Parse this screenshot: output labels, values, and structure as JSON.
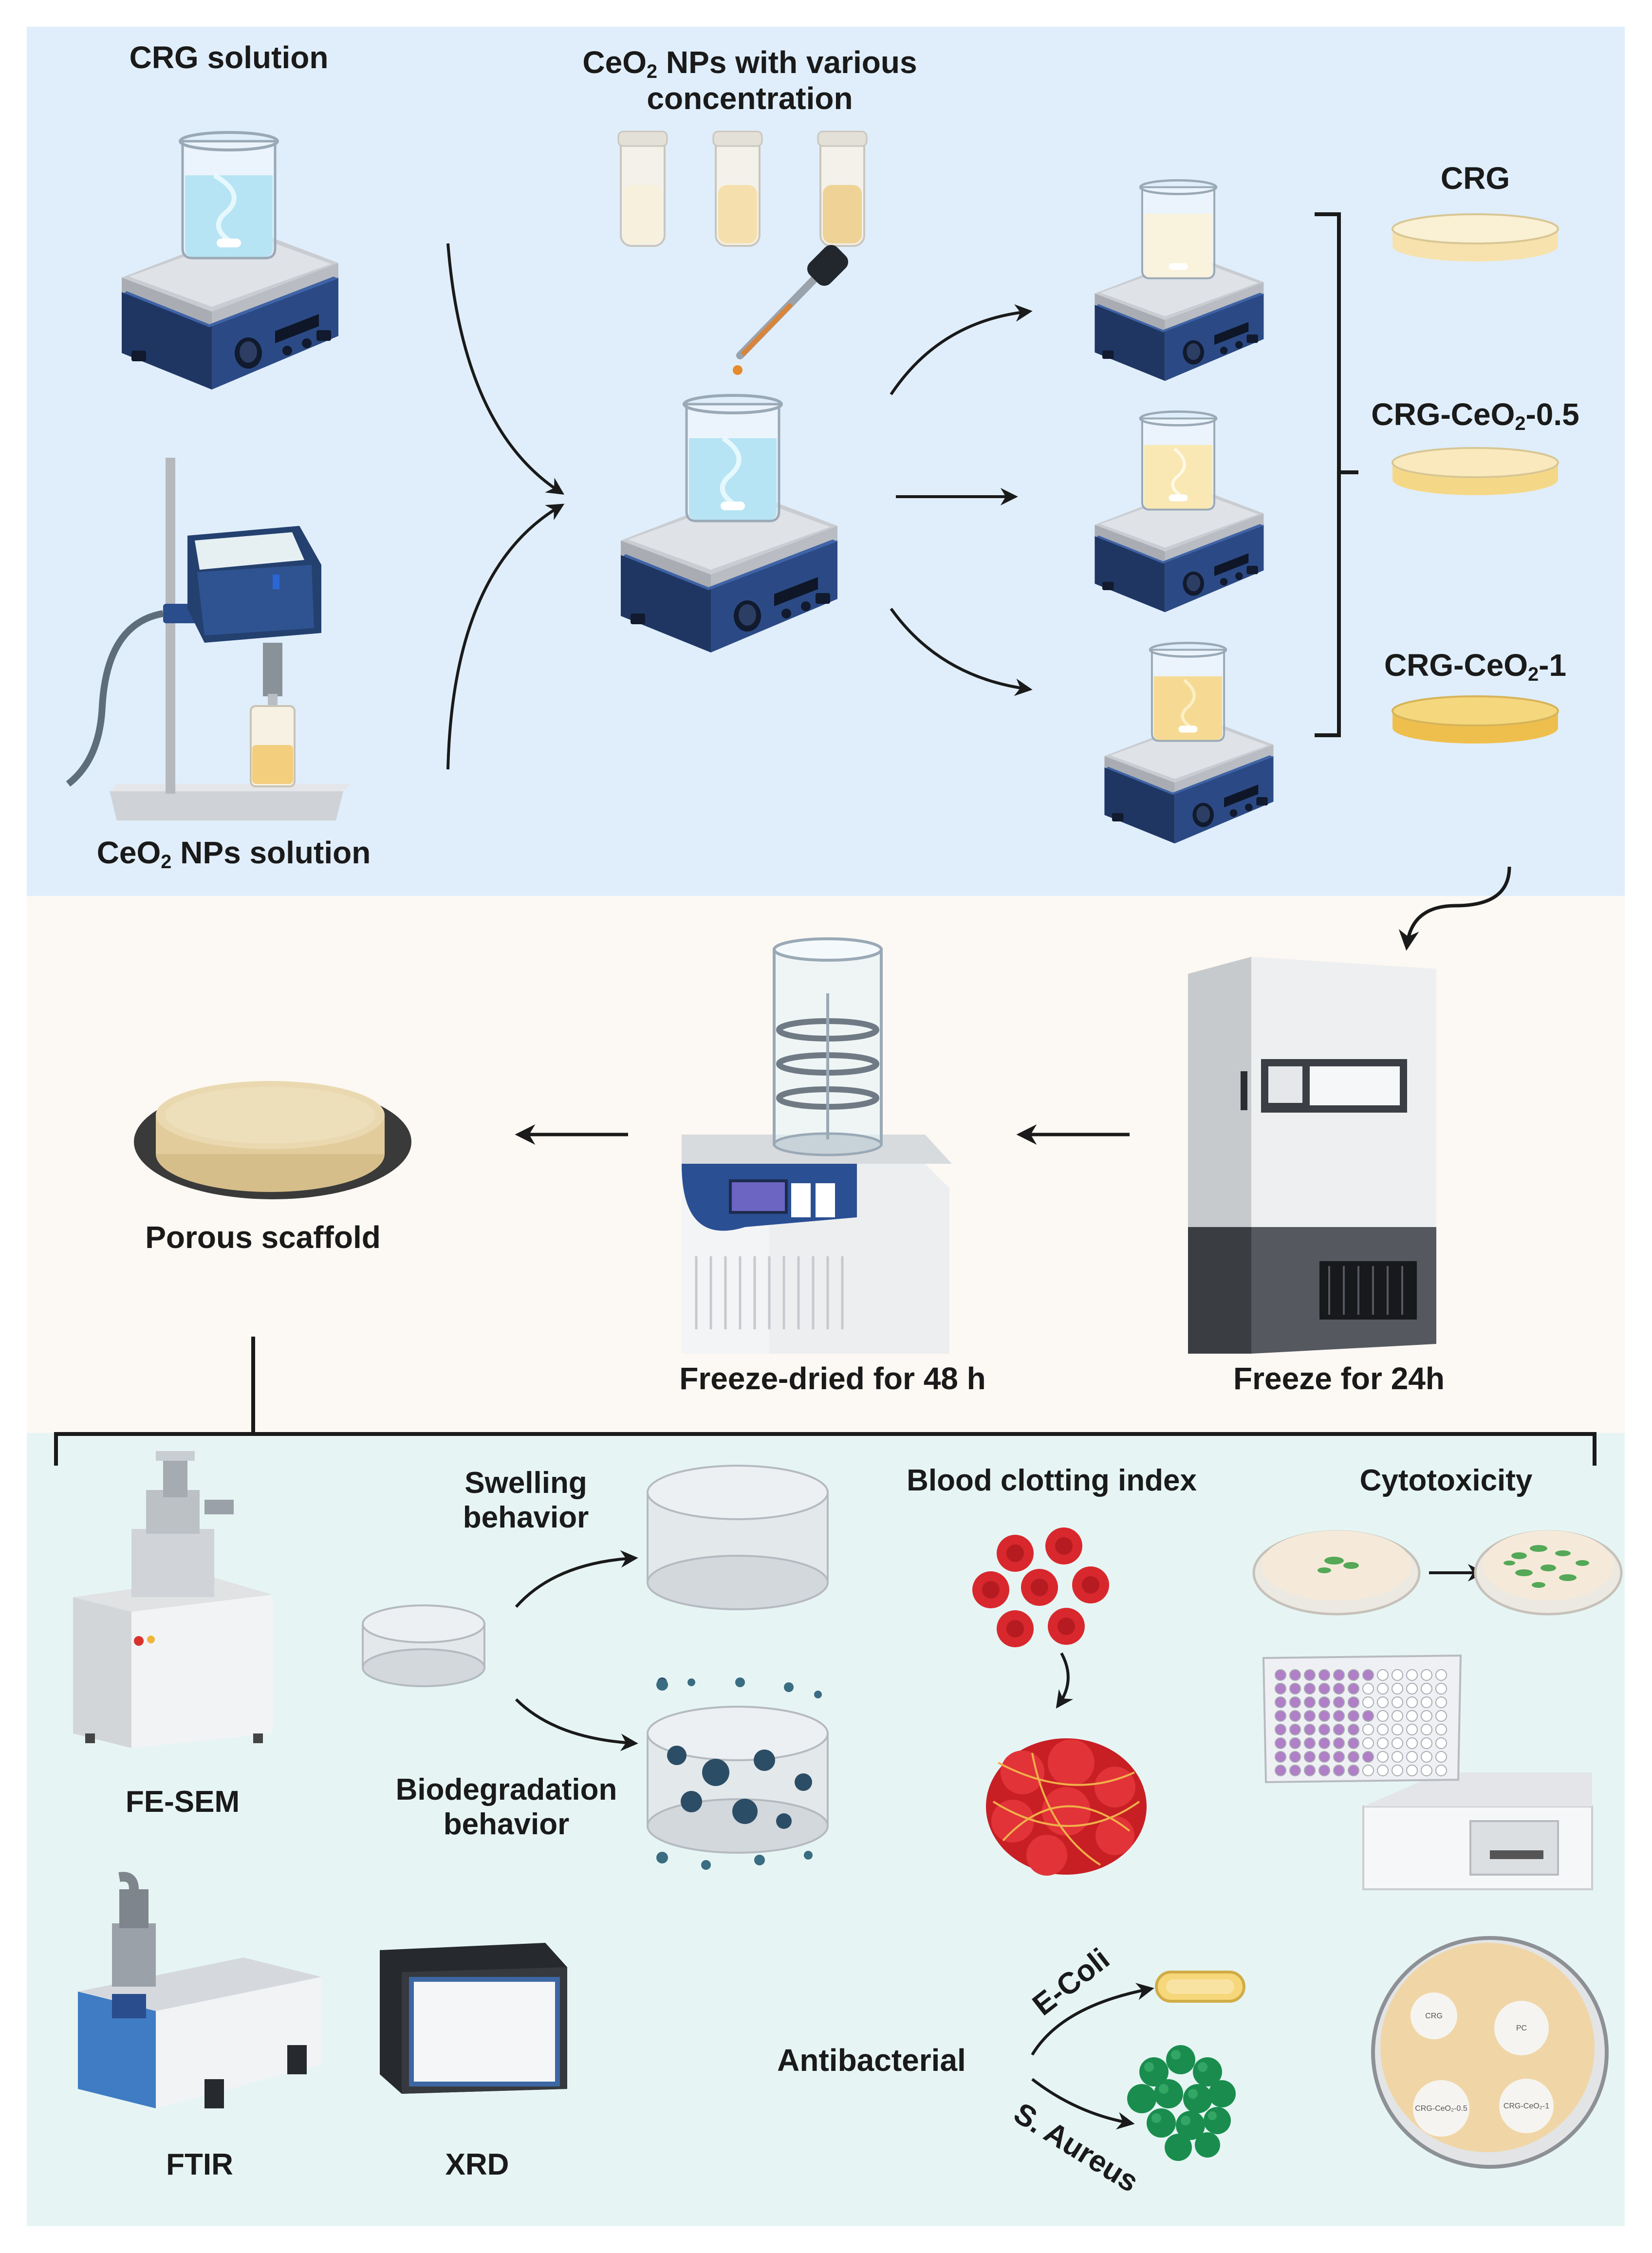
{
  "sections": {
    "preparation": {
      "bg": "#e0eefb"
    },
    "freezing": {
      "bg": "#fcf8f3"
    },
    "characterization": {
      "bg": "#e6f5f4"
    }
  },
  "labels": {
    "crg_solution": "CRG solution",
    "ceo2_np_title_a": "CeO",
    "ceo2_np_title_sub": "2",
    "ceo2_np_title_b": " NPs with various",
    "ceo2_np_title_c": "concentration",
    "ceo2_solution_a": "CeO",
    "ceo2_solution_sub": "2",
    "ceo2_solution_b": " NPs solution",
    "crg": "CRG",
    "crg05_a": "CRG-CeO",
    "crg05_sub": "2",
    "crg05_b": "-0.5",
    "crg1_a": "CRG-CeO",
    "crg1_sub": "2",
    "crg1_b": "-1",
    "porous_scaffold": "Porous scaffold",
    "freeze_dried": "Freeze-dried  for 48 h",
    "freeze": "Freeze for 24h",
    "fesem": "FE-SEM",
    "swelling_1": "Swelling",
    "swelling_2": "behavior",
    "biodeg_1": "Biodegradation",
    "biodeg_2": "behavior",
    "blood": "Blood clotting index",
    "cytotox": "Cytotoxicity",
    "ftir": "FTIR",
    "xrd": "XRD",
    "antibacterial": "Antibacterial",
    "ecoli": "E-Coli",
    "saureus": "S. Aureus"
  },
  "plate_labels": {
    "crg": "CRG",
    "pc": "PC",
    "crg05": "CRG-CeO₂-0.5",
    "crg1": "CRG-CeO₂-1"
  },
  "icons": [
    "magnetic-stirrer-icon",
    "beaker-icon",
    "ultrasonic-homogenizer-icon",
    "vial-icon",
    "dropper-icon",
    "petri-dish-icon",
    "ultra-freezer-icon",
    "freeze-dryer-icon",
    "scaffold-icon",
    "fe-sem-icon",
    "ftir-icon",
    "xrd-icon",
    "red-blood-cell-icon",
    "blood-clot-icon",
    "well-plate-icon",
    "plate-reader-icon",
    "bacteria-icon",
    "agar-plate-icon"
  ],
  "colors": {
    "stirrer_blue": "#243f73",
    "stirrer_top": "#c9ccd1",
    "liquid_blue": "#8fd6ee",
    "ceo2_yellow": "#f1c75a",
    "rbc_red": "#d8282d",
    "coccus_green": "#1a8d4e",
    "ecoli_yellow": "#f6d77a",
    "agar": "#f0d6a6",
    "arrow": "#1a1a1a"
  }
}
